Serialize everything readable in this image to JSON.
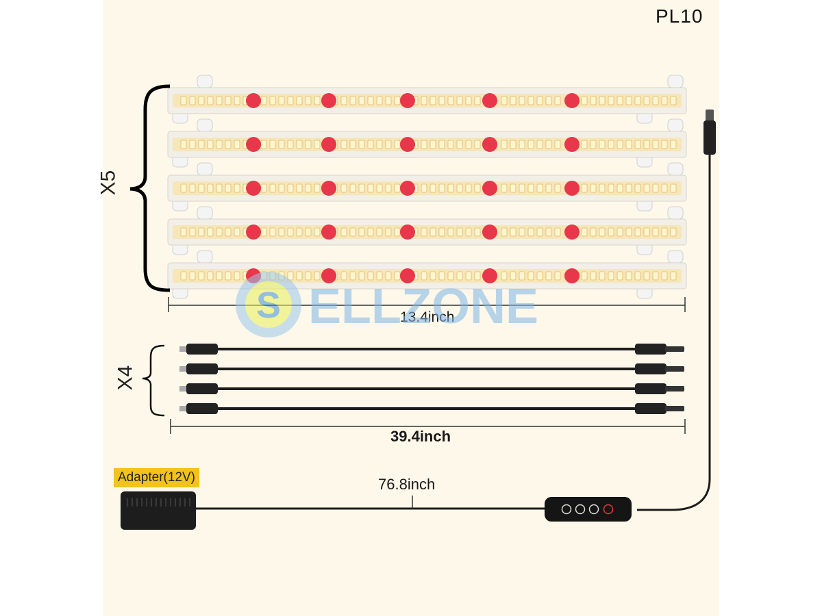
{
  "model_label": "PL10",
  "bars": {
    "quantity_label": "X5",
    "count": 5,
    "length_label": "13.4inch"
  },
  "cables": {
    "quantity_label": "X4",
    "count": 4,
    "length_label": "39.4inch"
  },
  "adapter": {
    "label": "Adapter(12V)",
    "cord_length_label": "76.8inch"
  },
  "watermark": {
    "letter": "S",
    "text": "ELLZONE"
  },
  "colors": {
    "background": "#fdf8ea",
    "led_white": "#fff6d0",
    "led_red": "#e8364a",
    "label_highlight": "#f3c21b",
    "cable": "#1c1c1c"
  }
}
